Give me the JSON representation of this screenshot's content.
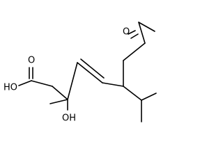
{
  "molecule": {
    "atom_labels": {
      "ketone_oxygen": "O",
      "acid_oxygen": "O",
      "acid_hydroxyl": "HO",
      "alcohol_hydroxyl": "OH"
    }
  }
}
